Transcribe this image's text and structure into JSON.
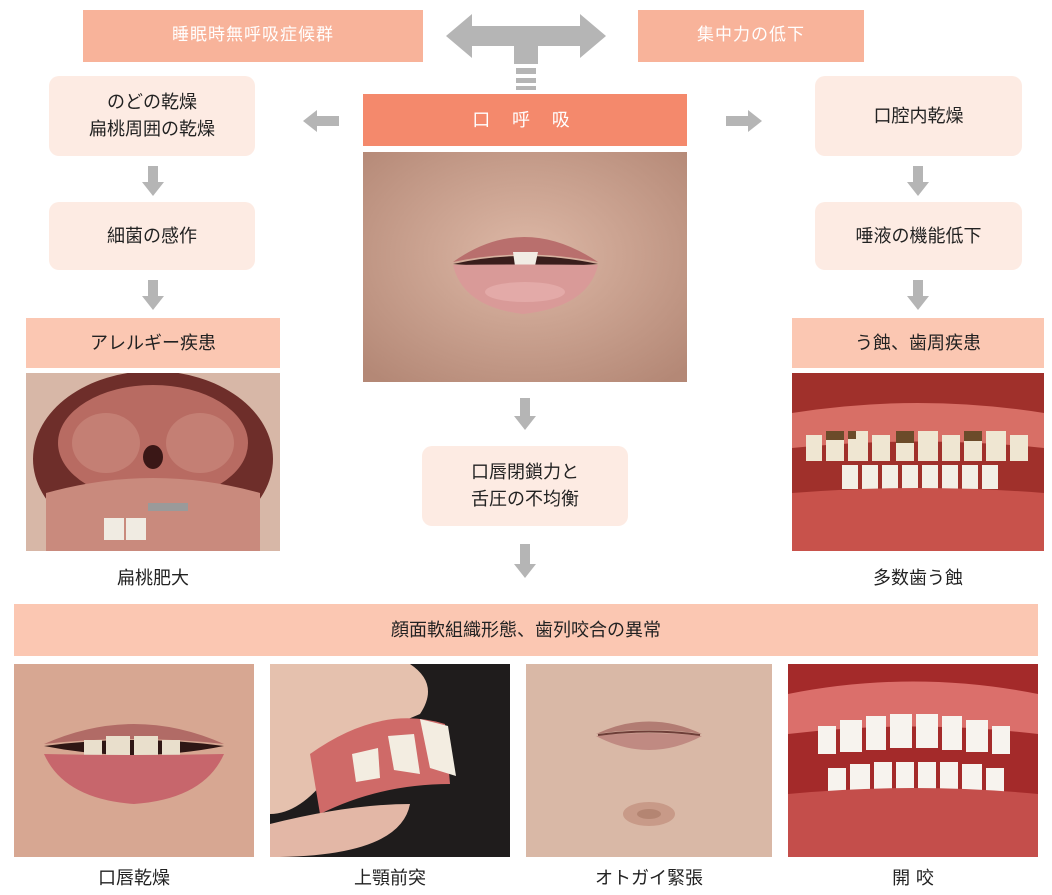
{
  "top": {
    "left_header": "睡眠時無呼吸症候群",
    "right_header": "集中力の低下",
    "center_header": "口 呼 吸"
  },
  "left_column": {
    "box1_line1": "のどの乾燥",
    "box1_line2": "扁桃周囲の乾燥",
    "box2": "細菌の感作",
    "label": "アレルギー疾患",
    "caption": "扁桃肥大"
  },
  "right_column": {
    "box1": "口腔内乾燥",
    "box2": "唾液の機能低下",
    "label": "う蝕、歯周疾患",
    "caption": "多数歯う蝕"
  },
  "center_column": {
    "box_line1": "口唇閉鎖力と",
    "box_line2": "舌圧の不均衡"
  },
  "bottom": {
    "band": "顔面軟組織形態、歯列咬合の異常",
    "captions": [
      "口唇乾燥",
      "上顎前突",
      "オトガイ緊張",
      "開 咬"
    ]
  },
  "colors": {
    "header_light": "#f8b39a",
    "header_main": "#f4896c",
    "label_fill": "#fbc7b2",
    "box_fill": "#fdebe3",
    "arrow_gray": "#b5b5b5"
  }
}
